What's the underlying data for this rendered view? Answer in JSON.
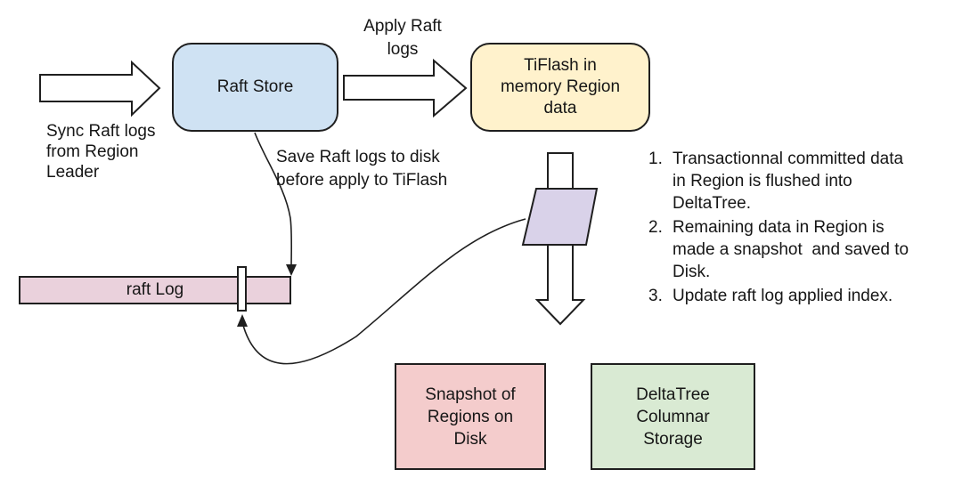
{
  "colors": {
    "stroke": "#1f1f1f",
    "raft_store_fill": "#cfe2f3",
    "tiflash_fill": "#fff2cc",
    "raft_log_fill": "#ead1dc",
    "parallelogram_fill": "#d9d2e9",
    "snapshot_fill": "#f4cccc",
    "deltatree_fill": "#d9ead3",
    "slot_fill": "#ffffff",
    "arrow_fill": "#ffffff"
  },
  "nodes": {
    "raft_store": {
      "label": "Raft Store"
    },
    "tiflash": {
      "label": "TiFlash in\nmemory Region\ndata"
    },
    "raft_log": {
      "label": "raft Log"
    },
    "snapshot": {
      "label": "Snapshot of\nRegions on\nDisk"
    },
    "deltatree": {
      "label": "DeltaTree\nColumnar\nStorage"
    }
  },
  "labels": {
    "sync_raft_logs": "Sync Raft logs\nfrom Region\nLeader",
    "apply_raft_logs": "Apply Raft\nlogs",
    "save_raft_logs": "Save Raft logs to disk\nbefore apply to TiFlash"
  },
  "notes": {
    "items": [
      {
        "number": "1.",
        "text": "Transactionnal committed data\nin Region is flushed into\nDeltaTree."
      },
      {
        "number": "2.",
        "text": "Remaining data in Region is\nmade a snapshot  and saved to\nDisk."
      },
      {
        "number": "3.",
        "text": "Update raft log applied index."
      }
    ]
  }
}
